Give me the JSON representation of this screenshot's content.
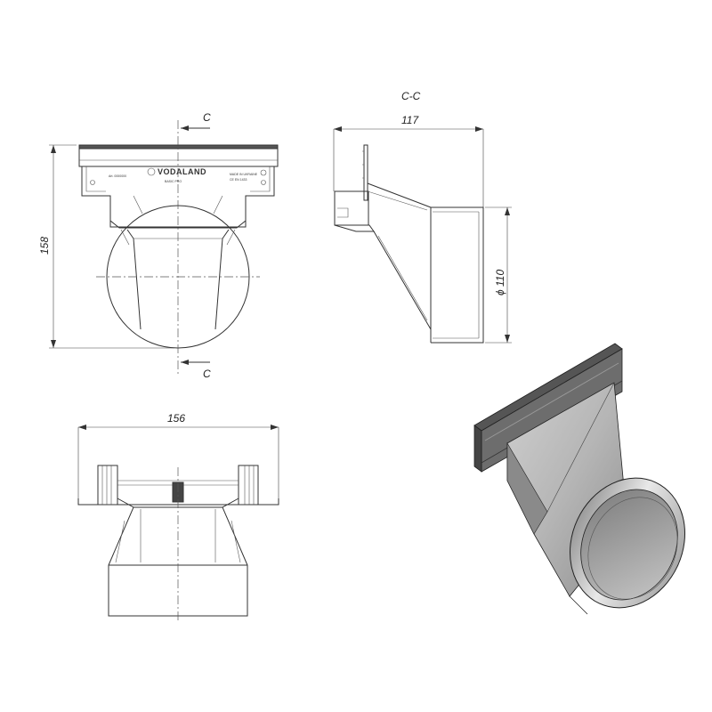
{
  "drawing": {
    "front_view": {
      "brand": "VODALAND",
      "product_label": "BASIC PRO",
      "article_label": "Art. 0000000",
      "made_in_label": "MADE IN UKRAINE",
      "standard_label": "CE EN 1433",
      "section_mark_top": "C",
      "section_mark_bottom": "C",
      "height_dimension": "158"
    },
    "section_view": {
      "title": "C-C",
      "width_dimension": "117",
      "diameter_dimension": "ϕ 110"
    },
    "bottom_view": {
      "width_dimension": "156"
    },
    "iso_view": {
      "label": ""
    }
  }
}
